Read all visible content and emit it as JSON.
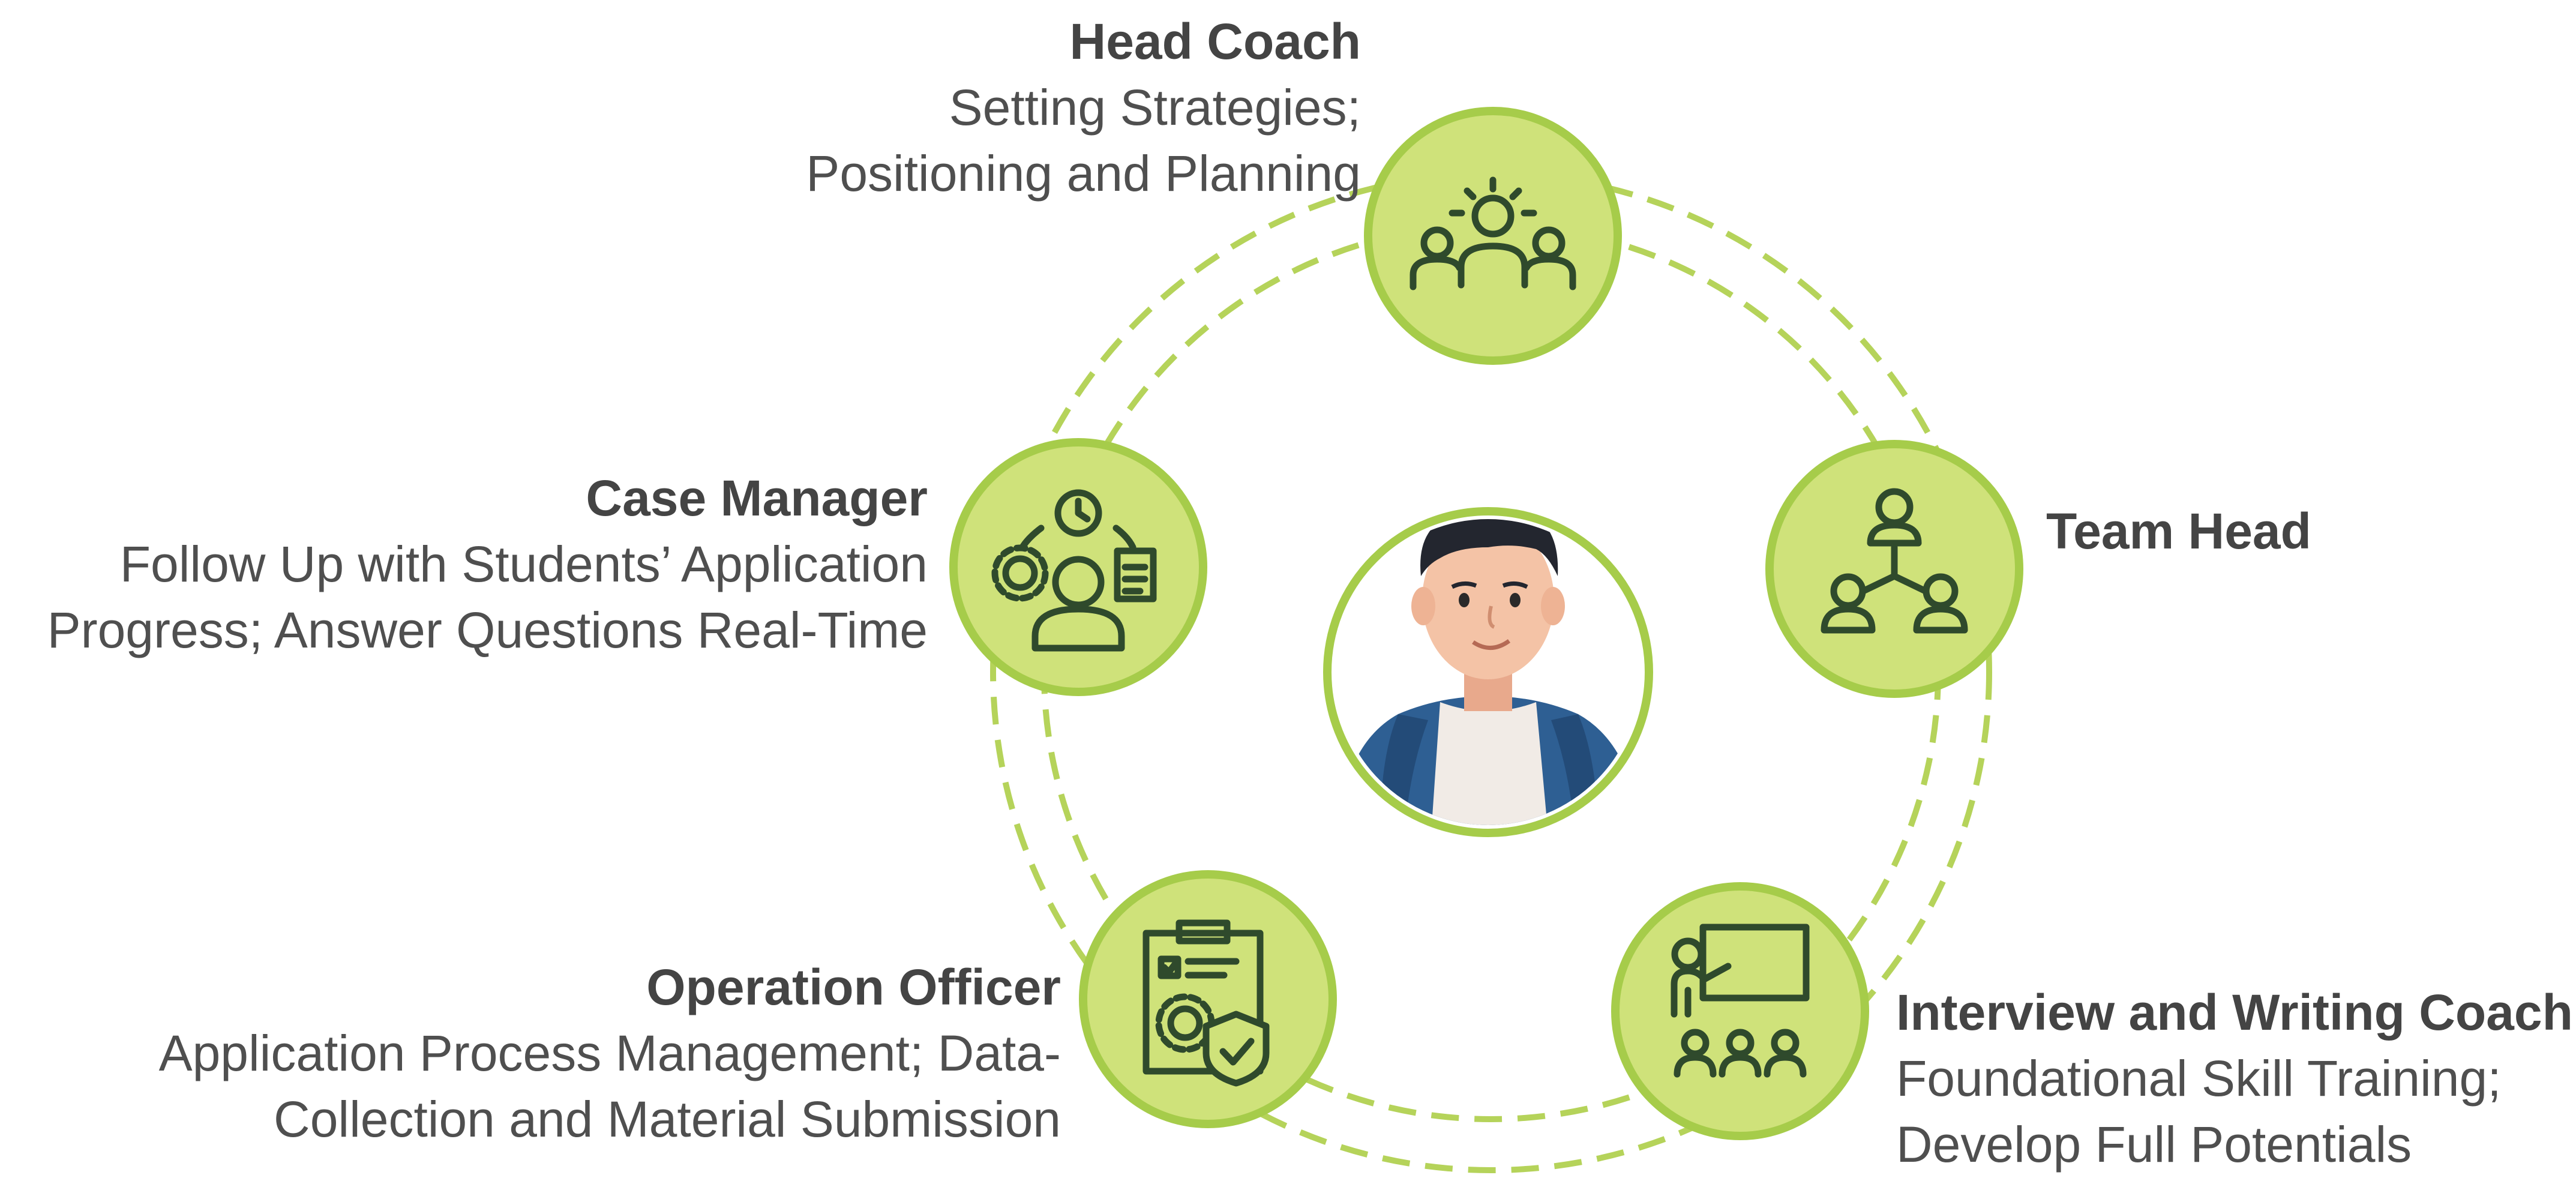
{
  "colors": {
    "node_fill": "#cfe27a",
    "node_ring": "#a6cc4a",
    "dashed_ring": "#b5d35a",
    "icon_stroke": "#2f4a2c",
    "text": "#4a4a4a"
  },
  "center": {
    "icon": "student-avatar-icon"
  },
  "roles": [
    {
      "title": "Head Coach",
      "lines": [
        "Setting Strategies;",
        "Positioning and Planning"
      ],
      "icon": "team-leader-icon"
    },
    {
      "title": "Team Head",
      "lines": [],
      "icon": "hierarchy-network-icon"
    },
    {
      "title": "Interview and Writing Coach",
      "lines": [
        "Foundational Skill Training;",
        "Develop Full Potentials"
      ],
      "icon": "teacher-board-icon"
    },
    {
      "title": "Operation Officer",
      "lines": [
        "Application Process Management; Data-",
        "Collection and Material Submission"
      ],
      "icon": "checklist-shield-icon"
    },
    {
      "title": "Case Manager",
      "lines": [
        "Follow Up with Students’ Application",
        "Progress; Answer Questions Real-Time"
      ],
      "icon": "manager-tasks-icon"
    }
  ]
}
